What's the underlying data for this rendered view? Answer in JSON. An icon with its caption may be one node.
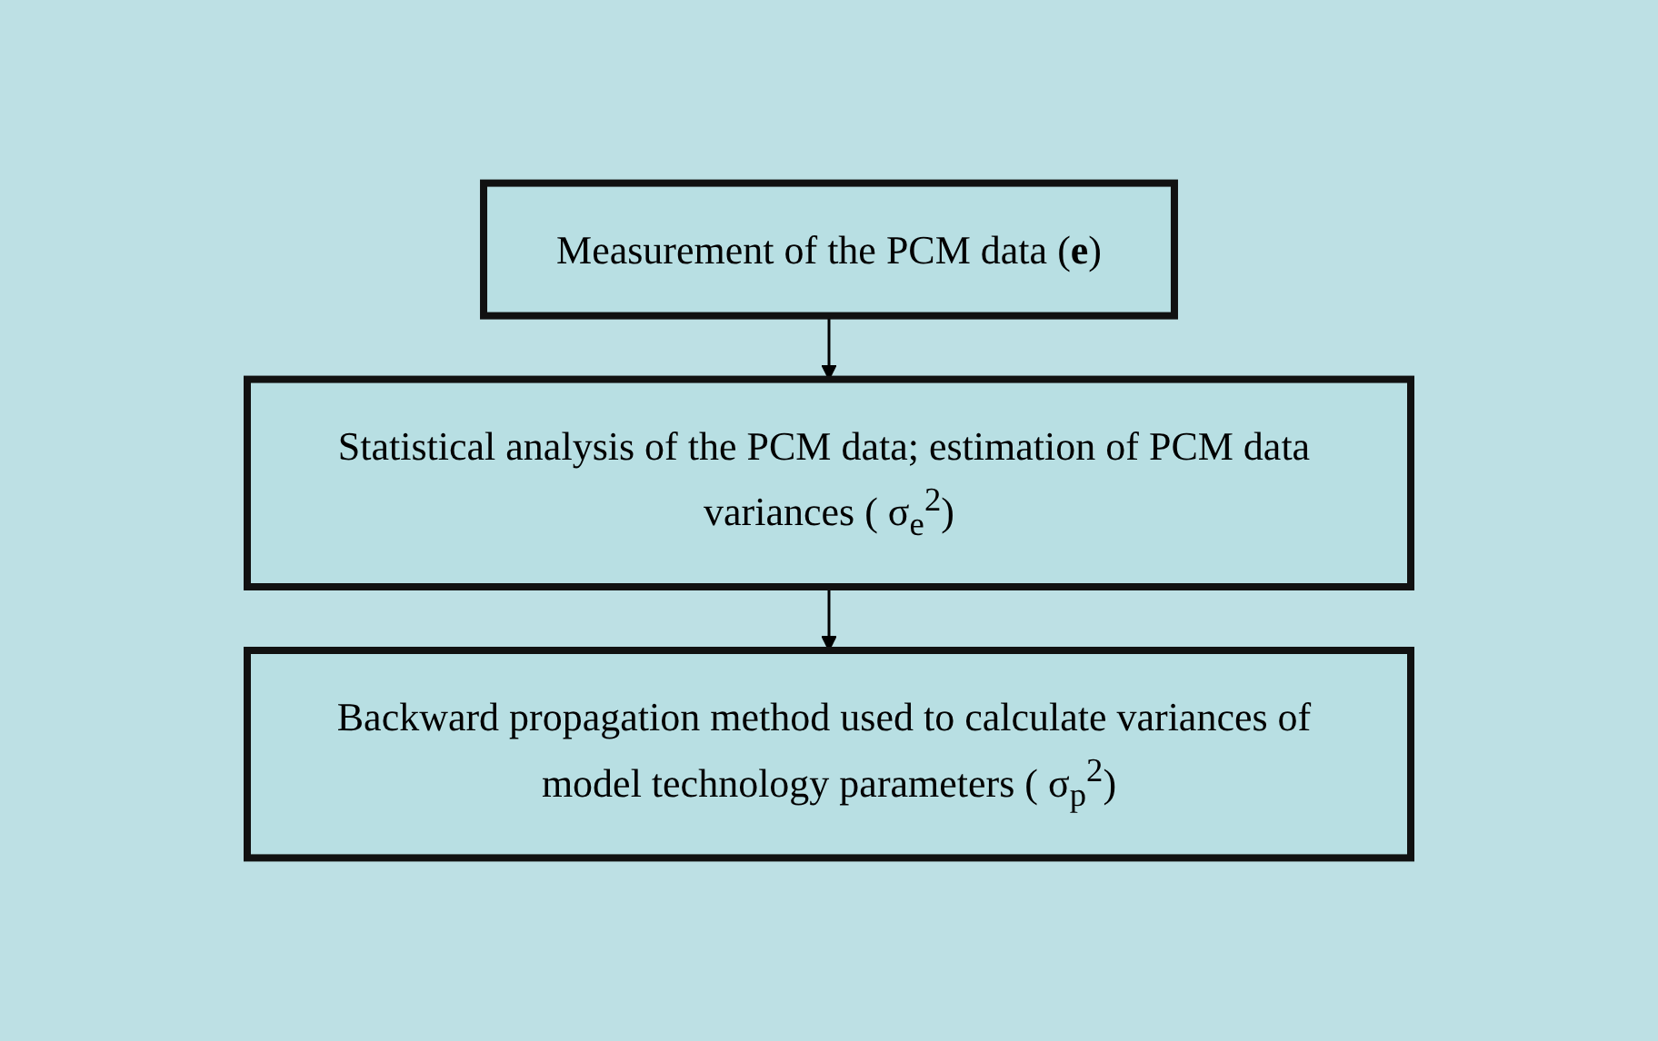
{
  "diagram": {
    "nodes": [
      {
        "text": [
          "Measurement of the PCM data (**e**)"
        ]
      },
      {
        "text": [
          "Statistical analysis of the PCM data; estimation of PCM data variances ( σ$_{e}$$^{2}$)"
        ]
      },
      {
        "text": [
          "Backward propagation method used to calculate variances of model technology parameters ( σ$_{p}$$^{2}$)"
        ]
      }
    ],
    "edges": [
      {
        "from": 0,
        "to": 1,
        "arrow": "to"
      },
      {
        "from": 1,
        "to": 2,
        "arrow": "to"
      }
    ]
  }
}
